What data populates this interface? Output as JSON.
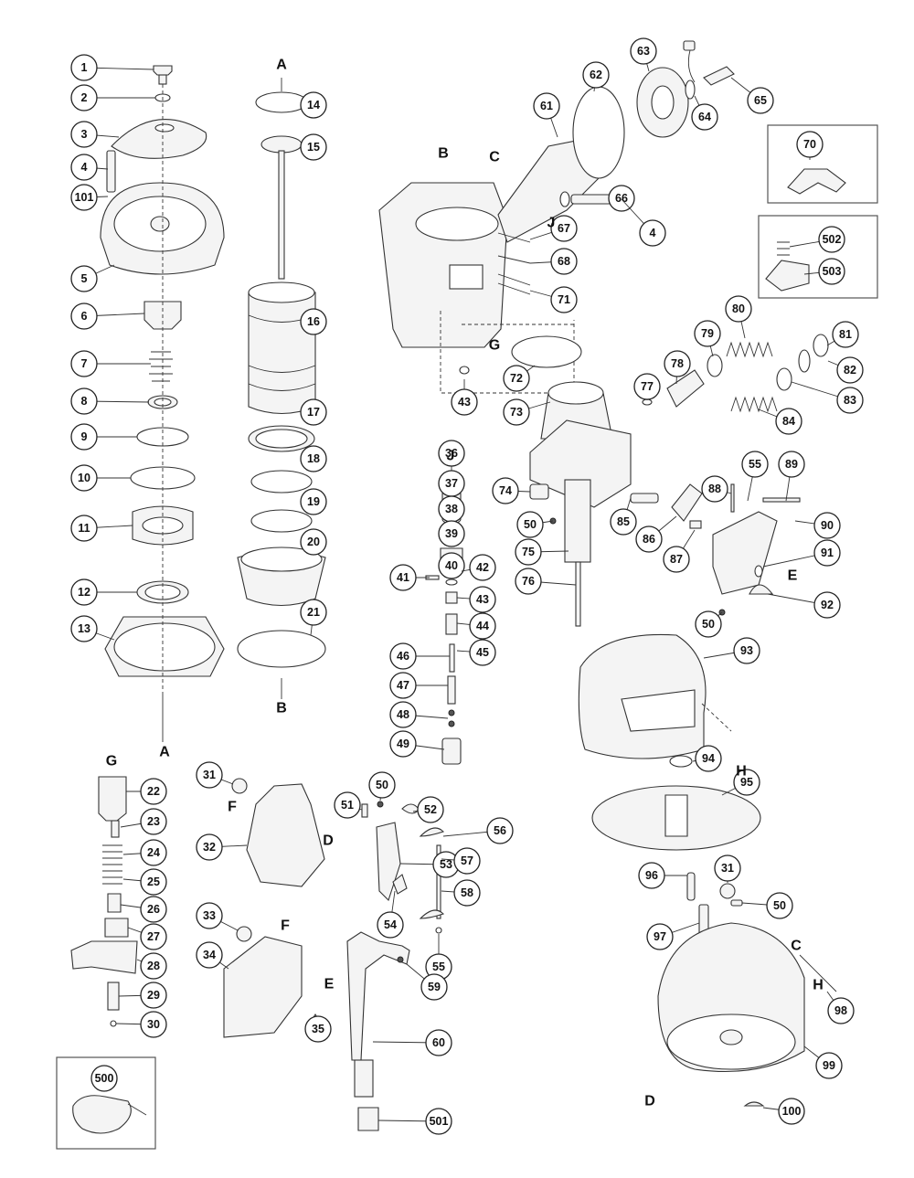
{
  "callouts": [
    "1",
    "2",
    "3",
    "4",
    "101",
    "5",
    "6",
    "7",
    "8",
    "9",
    "10",
    "11",
    "12",
    "13",
    "14",
    "15",
    "16",
    "17",
    "18",
    "19",
    "20",
    "21",
    "61",
    "62",
    "63",
    "64",
    "65",
    "66",
    "4",
    "67",
    "68",
    "71",
    "70",
    "502",
    "503",
    "72",
    "73",
    "43",
    "36",
    "37",
    "38",
    "39",
    "40",
    "41",
    "42",
    "43",
    "44",
    "45",
    "46",
    "47",
    "48",
    "49",
    "77",
    "78",
    "79",
    "80",
    "81",
    "82",
    "83",
    "84",
    "74",
    "50",
    "75",
    "76",
    "85",
    "86",
    "87",
    "88",
    "55",
    "89",
    "90",
    "91",
    "92",
    "50",
    "93",
    "22",
    "23",
    "24",
    "25",
    "26",
    "27",
    "28",
    "29",
    "30",
    "31",
    "32",
    "33",
    "34",
    "35",
    "50",
    "51",
    "52",
    "53",
    "54",
    "55",
    "56",
    "57",
    "58",
    "59",
    "60",
    "94",
    "95",
    "96",
    "97",
    "31",
    "50",
    "98",
    "99",
    "100",
    "500",
    "501"
  ],
  "letters": [
    "A",
    "A",
    "B",
    "B",
    "C",
    "J",
    "G",
    "J",
    "E",
    "H",
    "G",
    "F",
    "D",
    "F",
    "E",
    "C",
    "H",
    "D"
  ]
}
